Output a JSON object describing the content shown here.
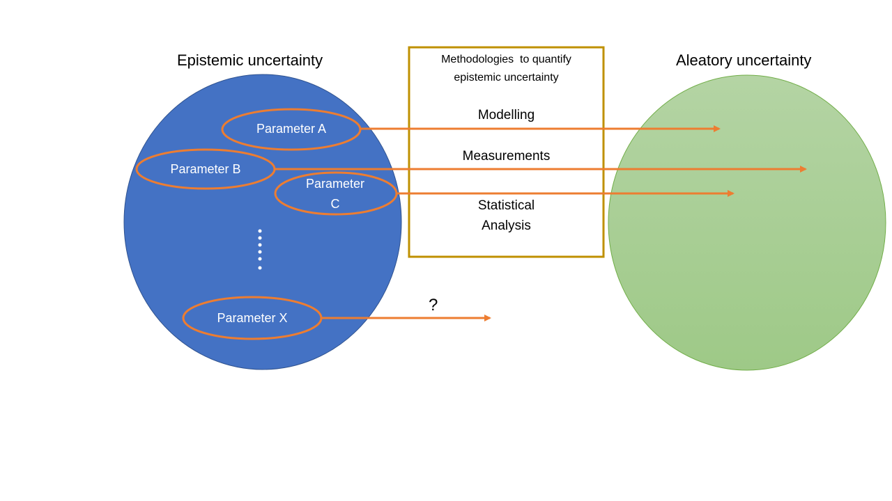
{
  "colors": {
    "epistemic_fill": "#4472c4",
    "epistemic_stroke": "#2f528f",
    "aleatory_fill_top": "#b4d4a4",
    "aleatory_fill_bottom": "#9ec987",
    "aleatory_stroke": "#70ad47",
    "arrow": "#ed7d31",
    "box_border": "#bf9000"
  },
  "epistemic": {
    "title": "Epistemic uncertainty",
    "parameters": [
      {
        "label": "Parameter A"
      },
      {
        "label": "Parameter B"
      },
      {
        "label": "Parameter C"
      },
      {
        "label": "Parameter X"
      }
    ],
    "ellipsis": "⋮"
  },
  "methodologies": {
    "title_line1": "Methodologies  to quantify",
    "title_line2": "epistemic uncertainty",
    "items": [
      "Modelling",
      "Measurements",
      "Statistical",
      "Analysis"
    ]
  },
  "aleatory": {
    "title": "Aleatory uncertainty"
  },
  "unknown_label": "?"
}
